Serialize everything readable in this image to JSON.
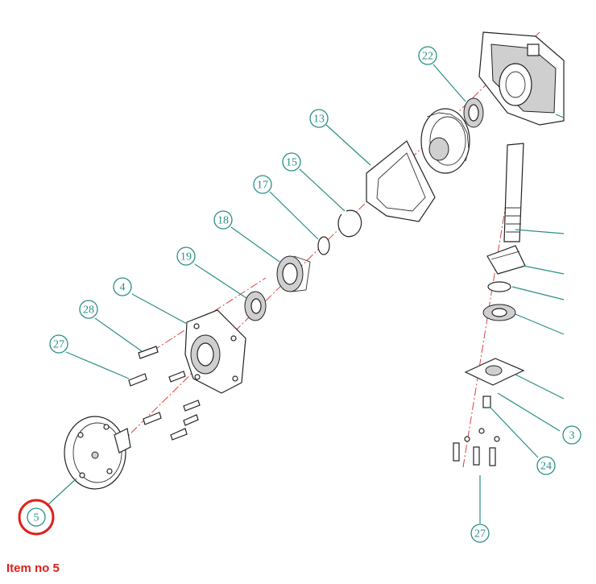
{
  "callouts": [
    {
      "id": "c22",
      "label": "22"
    },
    {
      "id": "c13",
      "label": "13"
    },
    {
      "id": "c15",
      "label": "15"
    },
    {
      "id": "c17",
      "label": "17"
    },
    {
      "id": "c18",
      "label": "18"
    },
    {
      "id": "c19",
      "label": "19"
    },
    {
      "id": "c4",
      "label": "4"
    },
    {
      "id": "c28",
      "label": "28"
    },
    {
      "id": "c27a",
      "label": "27"
    },
    {
      "id": "c5",
      "label": "5"
    },
    {
      "id": "c24",
      "label": "24"
    },
    {
      "id": "c3",
      "label": "3"
    },
    {
      "id": "c27b",
      "label": "27"
    }
  ],
  "caption": "Item no 5",
  "colors": {
    "callout": "#2a8f86",
    "highlight": "#e0201c",
    "axis": "#d94040"
  }
}
